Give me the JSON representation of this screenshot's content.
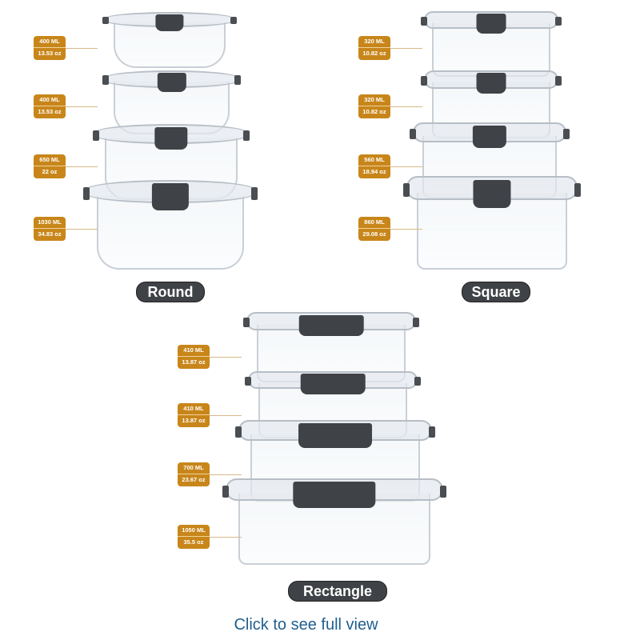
{
  "groups": {
    "round": {
      "label": "Round",
      "sizes": [
        {
          "ml": "400 ML",
          "oz": "13.53 oz"
        },
        {
          "ml": "400 ML",
          "oz": "13.53 oz"
        },
        {
          "ml": "650 ML",
          "oz": "22 oz"
        },
        {
          "ml": "1030 ML",
          "oz": "34.83 oz"
        }
      ]
    },
    "square": {
      "label": "Square",
      "sizes": [
        {
          "ml": "320 ML",
          "oz": "10.82 oz"
        },
        {
          "ml": "320 ML",
          "oz": "10.82 oz"
        },
        {
          "ml": "560 ML",
          "oz": "18.94 oz"
        },
        {
          "ml": "860 ML",
          "oz": "29.08 oz"
        }
      ]
    },
    "rectangle": {
      "label": "Rectangle",
      "sizes": [
        {
          "ml": "410 ML",
          "oz": "13.87 oz"
        },
        {
          "ml": "410 ML",
          "oz": "13.87 oz"
        },
        {
          "ml": "700 ML",
          "oz": "23.67 oz"
        },
        {
          "ml": "1050 ML",
          "oz": "35.5 oz"
        }
      ]
    }
  },
  "link_text": "Click to see full view",
  "colors": {
    "badge": "#c8861a",
    "pill": "#3f4246",
    "link": "#1f5f8f"
  }
}
